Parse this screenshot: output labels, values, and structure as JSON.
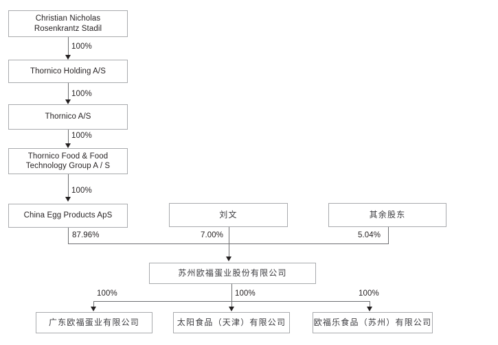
{
  "diagram": {
    "title": "Shareholding structure chart",
    "accent_color": "#a7a9ac",
    "line_color": "#6d6e71",
    "text_color": "#231f20",
    "cjk_text_color": "#3b3b3f"
  },
  "nodes": {
    "ultimate_owner": {
      "label": "Christian Nicholas\nRosenkrantz Stadil"
    },
    "thornico_holding": {
      "label": "Thornico Holding A/S"
    },
    "thornico_as": {
      "label": "Thornico A/S"
    },
    "thornico_food": {
      "label": "Thornico Food & Food\nTechnology Group A / S"
    },
    "china_egg": {
      "label": "China Egg Products ApS"
    },
    "liu_wen": {
      "label": "刘文"
    },
    "other_shareholders": {
      "label": "其余股东"
    },
    "issuer": {
      "label": "苏州欧福蛋业股份有限公司"
    },
    "sub_guangdong": {
      "label": "广东欧福蛋业有限公司"
    },
    "sub_tianjin": {
      "label": "太阳食品（天津）有限公司"
    },
    "sub_suzhou": {
      "label": "欧福乐食品（苏州）有限公司"
    }
  },
  "edges": {
    "owner_to_holding": {
      "percent": "100%"
    },
    "holding_to_as": {
      "percent": "100%"
    },
    "as_to_food": {
      "percent": "100%"
    },
    "food_to_chinaegg": {
      "percent": "100%"
    },
    "chinaegg_to_issuer": {
      "percent": "87.96%"
    },
    "liuwen_to_issuer": {
      "percent": "7.00%"
    },
    "others_to_issuer": {
      "percent": "5.04%"
    },
    "issuer_to_guangdong": {
      "percent": "100%"
    },
    "issuer_to_tianjin": {
      "percent": "100%"
    },
    "issuer_to_suzhou": {
      "percent": "100%"
    }
  }
}
